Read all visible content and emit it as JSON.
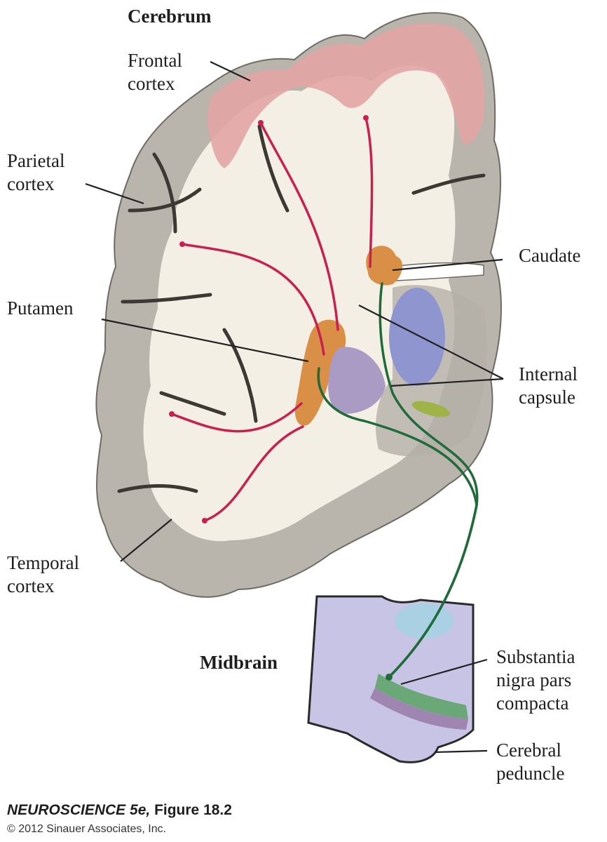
{
  "figure": {
    "title_brain": "Cerebrum",
    "title_midbrain": "Midbrain"
  },
  "labels": {
    "frontal": [
      "Frontal",
      "cortex"
    ],
    "parietal": [
      "Parietal",
      "cortex"
    ],
    "putamen": "Putamen",
    "temporal": [
      "Temporal",
      "cortex"
    ],
    "caudate": "Caudate",
    "internal_capsule": [
      "Internal",
      "capsule"
    ],
    "substantia_nigra": [
      "Substantia",
      "nigra pars",
      "compacta"
    ],
    "cerebral_peduncle": [
      "Cerebral",
      "peduncle"
    ]
  },
  "caption": {
    "book": "NEUROSCIENCE 5e,",
    "figure": "Figure 18.2",
    "copyright": "© 2012 Sinauer Associates, Inc."
  },
  "colors": {
    "cortex_gray": "#b9b4ac",
    "white_matter": "#f4efe4",
    "frontal_pink": "#e2a4a4",
    "striatum_orange": "#d98f45",
    "globus_purple": "#a99bc3",
    "thalamus_blue": "#8f96cf",
    "cortical_pathway": "#c8204f",
    "nigral_pathway": "#1f6b3a",
    "midbrain_lavender": "#c7c4e6"
  }
}
